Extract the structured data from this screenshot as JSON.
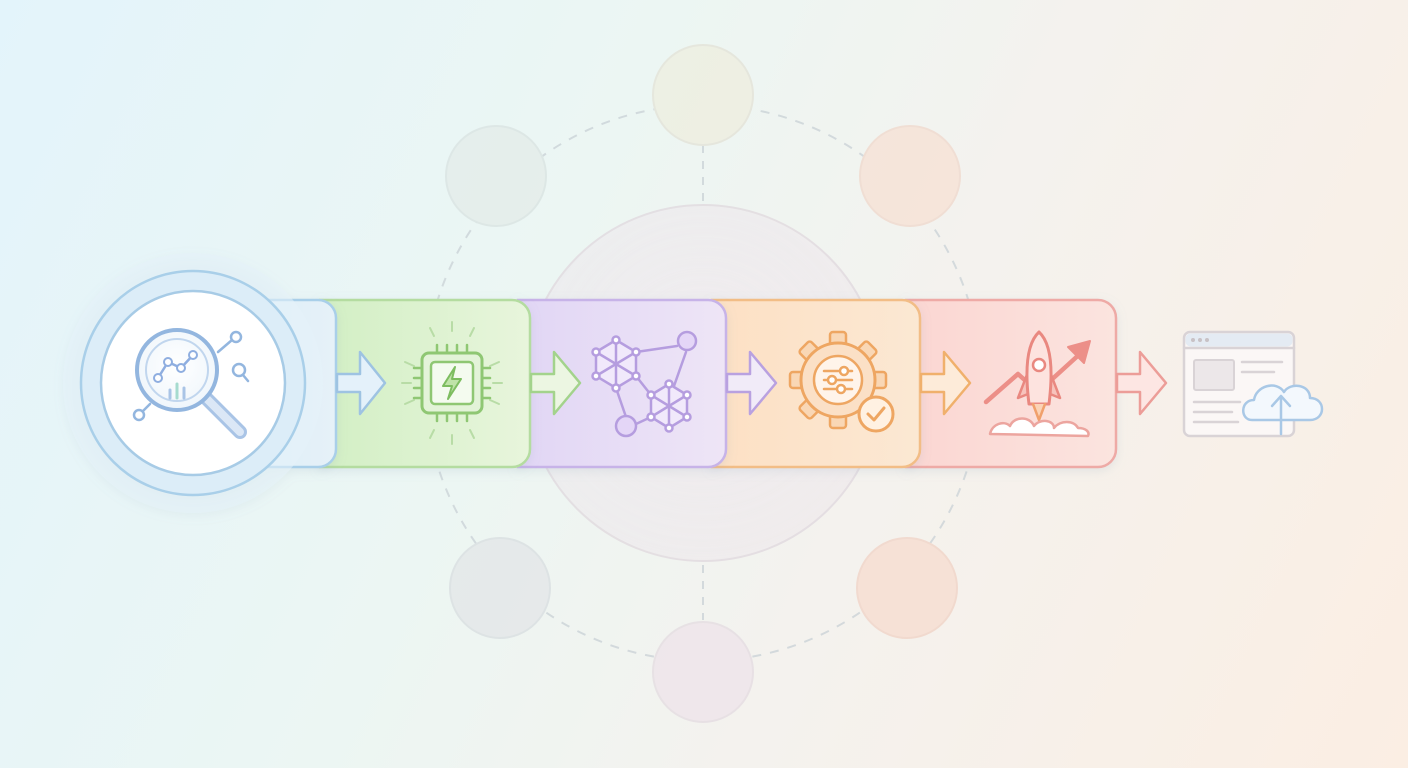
{
  "diagram": {
    "type": "process-flow",
    "colors": {
      "discover": "#9cc6e6",
      "process": "#a9d98f",
      "connect": "#bda6e3",
      "optimize": "#f0b06c",
      "launch": "#ee9a98",
      "deploy": "#c6c6cc",
      "background_ring": "#cfd6da"
    },
    "steps": [
      {
        "id": "discover",
        "icon": "magnifier-analytics-icon"
      },
      {
        "id": "process",
        "icon": "processor-chip-icon"
      },
      {
        "id": "connect",
        "icon": "network-nodes-icon"
      },
      {
        "id": "optimize",
        "icon": "gear-settings-check-icon"
      },
      {
        "id": "launch",
        "icon": "rocket-growth-icon"
      },
      {
        "id": "deploy",
        "icon": "browser-cloud-upload-icon"
      }
    ],
    "background": {
      "center_circle": true,
      "satellite_circles": 6,
      "dashed_ring": true
    }
  }
}
